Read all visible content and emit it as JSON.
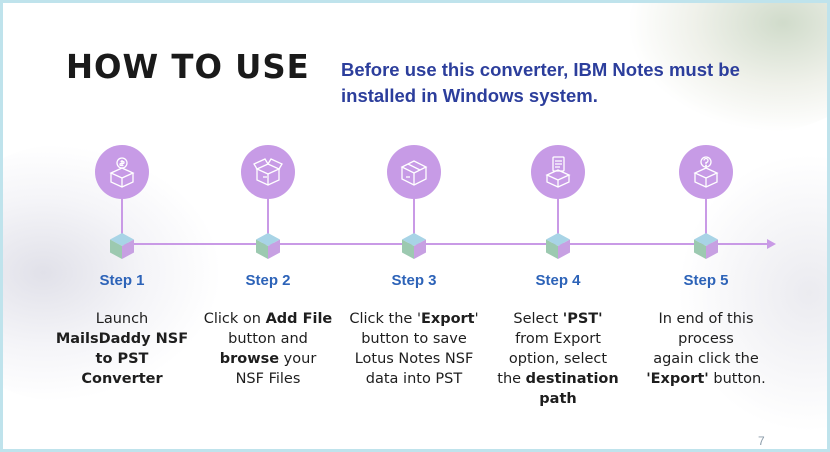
{
  "title": "HOW TO USE",
  "note_line1": "Before use this  converter, IBM Notes must be",
  "note_line2": "installed in Windows system.",
  "steps": [
    {
      "label": "Step 1",
      "icon": "dollar-box-icon",
      "d1": "Launch",
      "d2": "MailsDaddy NSF",
      "d3": "to PST",
      "d4": "Converter"
    },
    {
      "label": "Step 2",
      "icon": "open-box-icon",
      "d1a": "Click on ",
      "d1b": "Add File",
      "d2": "button and",
      "d3a": "browse",
      "d3b": " your",
      "d4": "NSF Files"
    },
    {
      "label": "Step 3",
      "icon": "box-icon",
      "d1a": "Click the '",
      "d1b": "Export",
      "d1c": "'",
      "d2": "button to save",
      "d3": "Lotus Notes NSF",
      "d4": "data into PST"
    },
    {
      "label": "Step 4",
      "icon": "document-box-icon",
      "d1a": "Select ",
      "d1b": "'PST'",
      "d2": "from Export",
      "d3": "option, select",
      "d4a": "the ",
      "d4b": "destination",
      "d5": "path"
    },
    {
      "label": "Step 5",
      "icon": "question-box-icon",
      "d1": "In end of this",
      "d2": "process",
      "d3": "again  click the",
      "d4a": "'Export'",
      "d4b": " button."
    }
  ],
  "page_number": "7",
  "colors": {
    "accent_purple": "#c79be6",
    "step_blue": "#2d63b8",
    "note_blue": "#2c3e9c"
  }
}
